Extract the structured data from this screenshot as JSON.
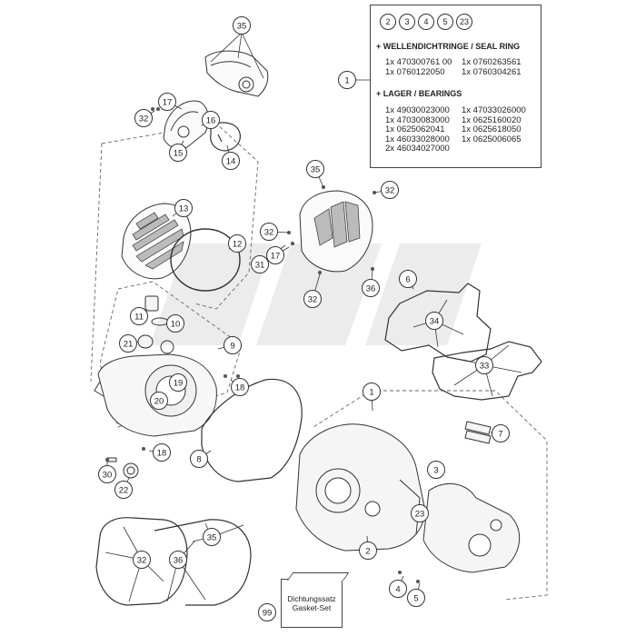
{
  "diagram": {
    "callouts": [
      {
        "id": "c35a",
        "label": "35"
      },
      {
        "id": "c17a",
        "label": "17"
      },
      {
        "id": "c32a",
        "label": "32"
      },
      {
        "id": "c16",
        "label": "16"
      },
      {
        "id": "c15",
        "label": "15"
      },
      {
        "id": "c14",
        "label": "14"
      },
      {
        "id": "c13",
        "label": "13"
      },
      {
        "id": "c12",
        "label": "12"
      },
      {
        "id": "c35b",
        "label": "35"
      },
      {
        "id": "c32b",
        "label": "32"
      },
      {
        "id": "c32c",
        "label": "32"
      },
      {
        "id": "c17b",
        "label": "17"
      },
      {
        "id": "c31",
        "label": "31"
      },
      {
        "id": "c32d",
        "label": "32"
      },
      {
        "id": "c36a",
        "label": "36"
      },
      {
        "id": "c6",
        "label": "6"
      },
      {
        "id": "c34",
        "label": "34"
      },
      {
        "id": "c33",
        "label": "33"
      },
      {
        "id": "c11",
        "label": "11"
      },
      {
        "id": "c10",
        "label": "10"
      },
      {
        "id": "c21",
        "label": "21"
      },
      {
        "id": "c9",
        "label": "9"
      },
      {
        "id": "c19",
        "label": "19"
      },
      {
        "id": "c20",
        "label": "20"
      },
      {
        "id": "c18a",
        "label": "18"
      },
      {
        "id": "c18b",
        "label": "18"
      },
      {
        "id": "c8",
        "label": "8"
      },
      {
        "id": "c1b",
        "label": "1"
      },
      {
        "id": "c7",
        "label": "7"
      },
      {
        "id": "c3",
        "label": "3"
      },
      {
        "id": "c23",
        "label": "23"
      },
      {
        "id": "c2",
        "label": "2"
      },
      {
        "id": "c4",
        "label": "4"
      },
      {
        "id": "c5",
        "label": "5"
      },
      {
        "id": "c30",
        "label": "30"
      },
      {
        "id": "c22",
        "label": "22"
      },
      {
        "id": "c35c",
        "label": "35"
      },
      {
        "id": "c32e",
        "label": "32"
      },
      {
        "id": "c36b",
        "label": "36"
      },
      {
        "id": "c99",
        "label": "99"
      },
      {
        "id": "c1a",
        "label": "1"
      }
    ]
  },
  "legend": {
    "circles": [
      "2",
      "3",
      "4",
      "5",
      "23"
    ],
    "seal_header": "+ WELLENDICHTRINGE / SEAL RING",
    "seal_items": [
      "1x 470300761 00",
      "1x 0760263561",
      "1x 0760122050",
      "1x 0760304261"
    ],
    "bearing_header": "+ LAGER / BEARINGS",
    "bearing_items": [
      "1x 49030023000",
      "1x 47033026000",
      "1x 47030083000",
      "1x 0625160020",
      "1x 0625062041",
      "1x 0625618050",
      "1x 46033028000",
      "1x 0625006065",
      "2x 46034027000",
      ""
    ]
  },
  "gasket_set": {
    "line1": "Dichtungssatz",
    "line2": "Gasket-Set"
  },
  "colors": {
    "line": "#333333",
    "callout_fill": "#ffffff",
    "dash": "#555555",
    "watermark": "#e6e6e6"
  }
}
